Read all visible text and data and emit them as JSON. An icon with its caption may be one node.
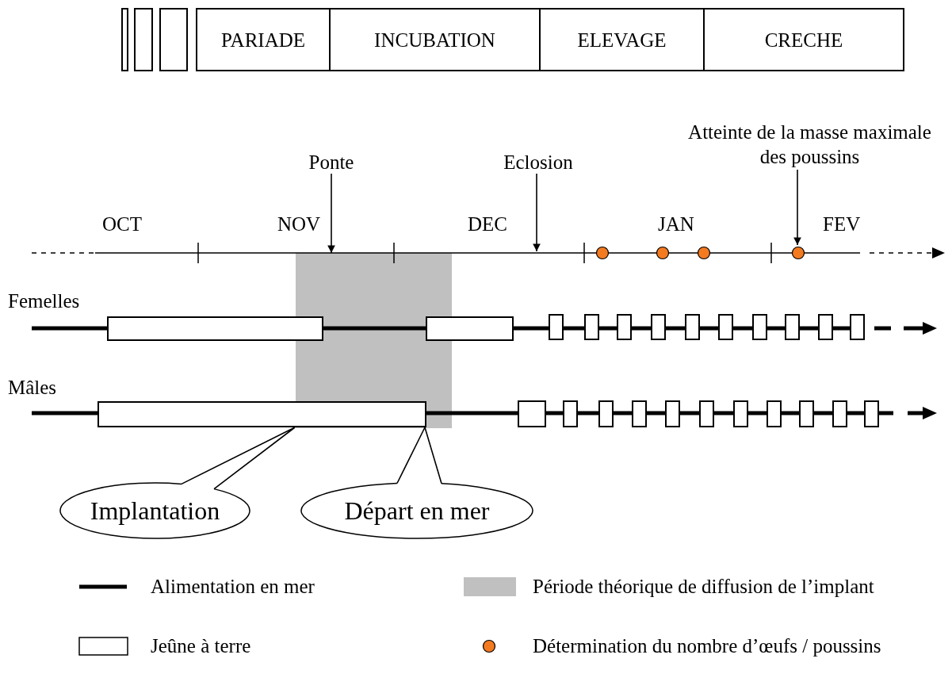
{
  "diagram": {
    "nodes": [
      {
        "text": [],
        "shape": "box"
      },
      {
        "text": [],
        "shape": "box"
      },
      {
        "text": [],
        "shape": "box"
      },
      {
        "text": [
          "PARIADE"
        ]
      },
      {
        "text": [
          "INCUBATION"
        ]
      },
      {
        "text": [
          "ELEVAGE"
        ]
      },
      {
        "text": [
          "CRECHE"
        ]
      },
      {
        "text": [
          "Atteinte de la masse maximale des poussins"
        ]
      },
      {
        "text": [
          "Ponte"
        ]
      },
      {
        "text": [
          "Eclosion"
        ]
      },
      {
        "text": [],
        "shape": "bar"
      },
      {
        "text": [],
        "shape": "bar"
      },
      {
        "text": [],
        "shape": "bar"
      },
      {
        "text": [],
        "shape": "bar"
      },
      {
        "text": [],
        "shape": "bar"
      },
      {
        "text": [],
        "shape": "bar"
      },
      {
        "text": [],
        "shape": "bar"
      },
      {
        "text": [],
        "shape": "bar"
      },
      {
        "text": [],
        "shape": "bar"
      },
      {
        "text": [],
        "shape": "bar"
      },
      {
        "text": [],
        "shape": "bar"
      },
      {
        "text": [],
        "shape": "bar"
      },
      {
        "text": [],
        "shape": "bar"
      },
      {
        "text": [],
        "shape": "bar"
      },
      {
        "text": [],
        "shape": "bar"
      },
      {
        "text": [],
        "shape": "bar"
      },
      {
        "text": [],
        "shape": "bar"
      },
      {
        "text": [],
        "shape": "bar"
      },
      {
        "text": [],
        "shape": "bar"
      },
      {
        "text": [],
        "shape": "bar"
      },
      {
        "text": [],
        "shape": "bar"
      },
      {
        "text": [],
        "shape": "bar"
      },
      {
        "text": [],
        "shape": "bar"
      },
      {
        "text": [],
        "shape": "bar"
      },
      {
        "text": [
          "Implantation"
        ]
      },
      {
        "text": [
          "Départ en mer"
        ]
      },
      {
        "text": [],
        "shape": "band"
      }
    ],
    "edges": [
      {
        "from": 7,
        "to": null,
        "arrow": "to"
      },
      {
        "from": 8,
        "to": 36,
        "arrow": "to"
      },
      {
        "from": 9,
        "to": null,
        "arrow": "to"
      },
      {
        "from": 34,
        "to": 22,
        "arrow": "none"
      },
      {
        "from": 35,
        "to": 22,
        "arrow": "none"
      }
    ],
    "labels": [
      "OCT",
      "NOV",
      "DEC",
      "JAN",
      "FEV",
      "Femelles",
      "Mâles"
    ],
    "legend": [
      {
        "text": "Alimentation en mer"
      },
      {
        "text": "Période théorique de diffusion de l’implant",
        "color": "#c0c0c0"
      },
      {
        "text": "Jeûne à terre"
      },
      {
        "text": "Détermination du nombre d’œufs / poussins",
        "color": "#f47a20"
      }
    ]
  }
}
